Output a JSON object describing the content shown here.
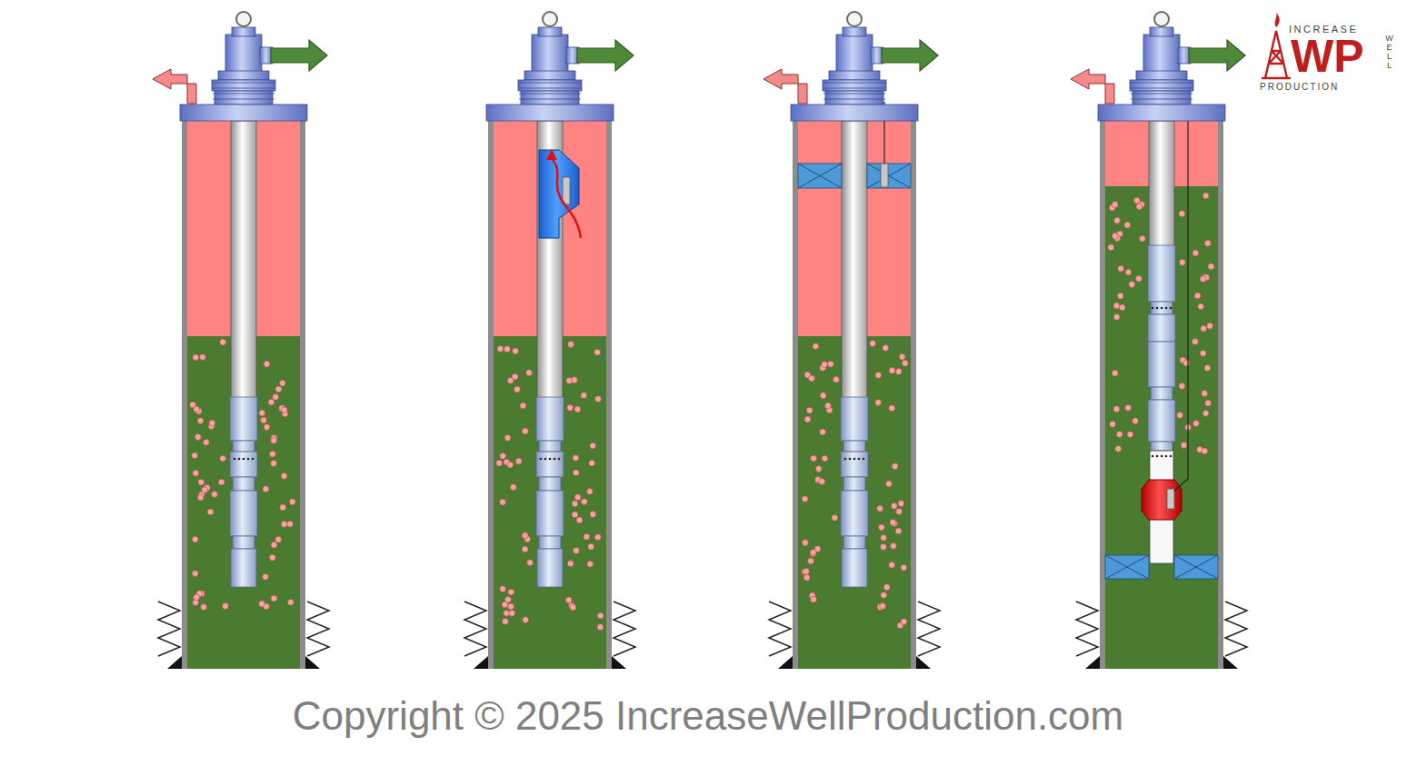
{
  "diagram": {
    "labels": [
      "INCREASE",
      "WP",
      "WELL",
      "PRODUCTION",
      "Copyright © 2025 IncreaseWellProduction.com"
    ]
  }
}
